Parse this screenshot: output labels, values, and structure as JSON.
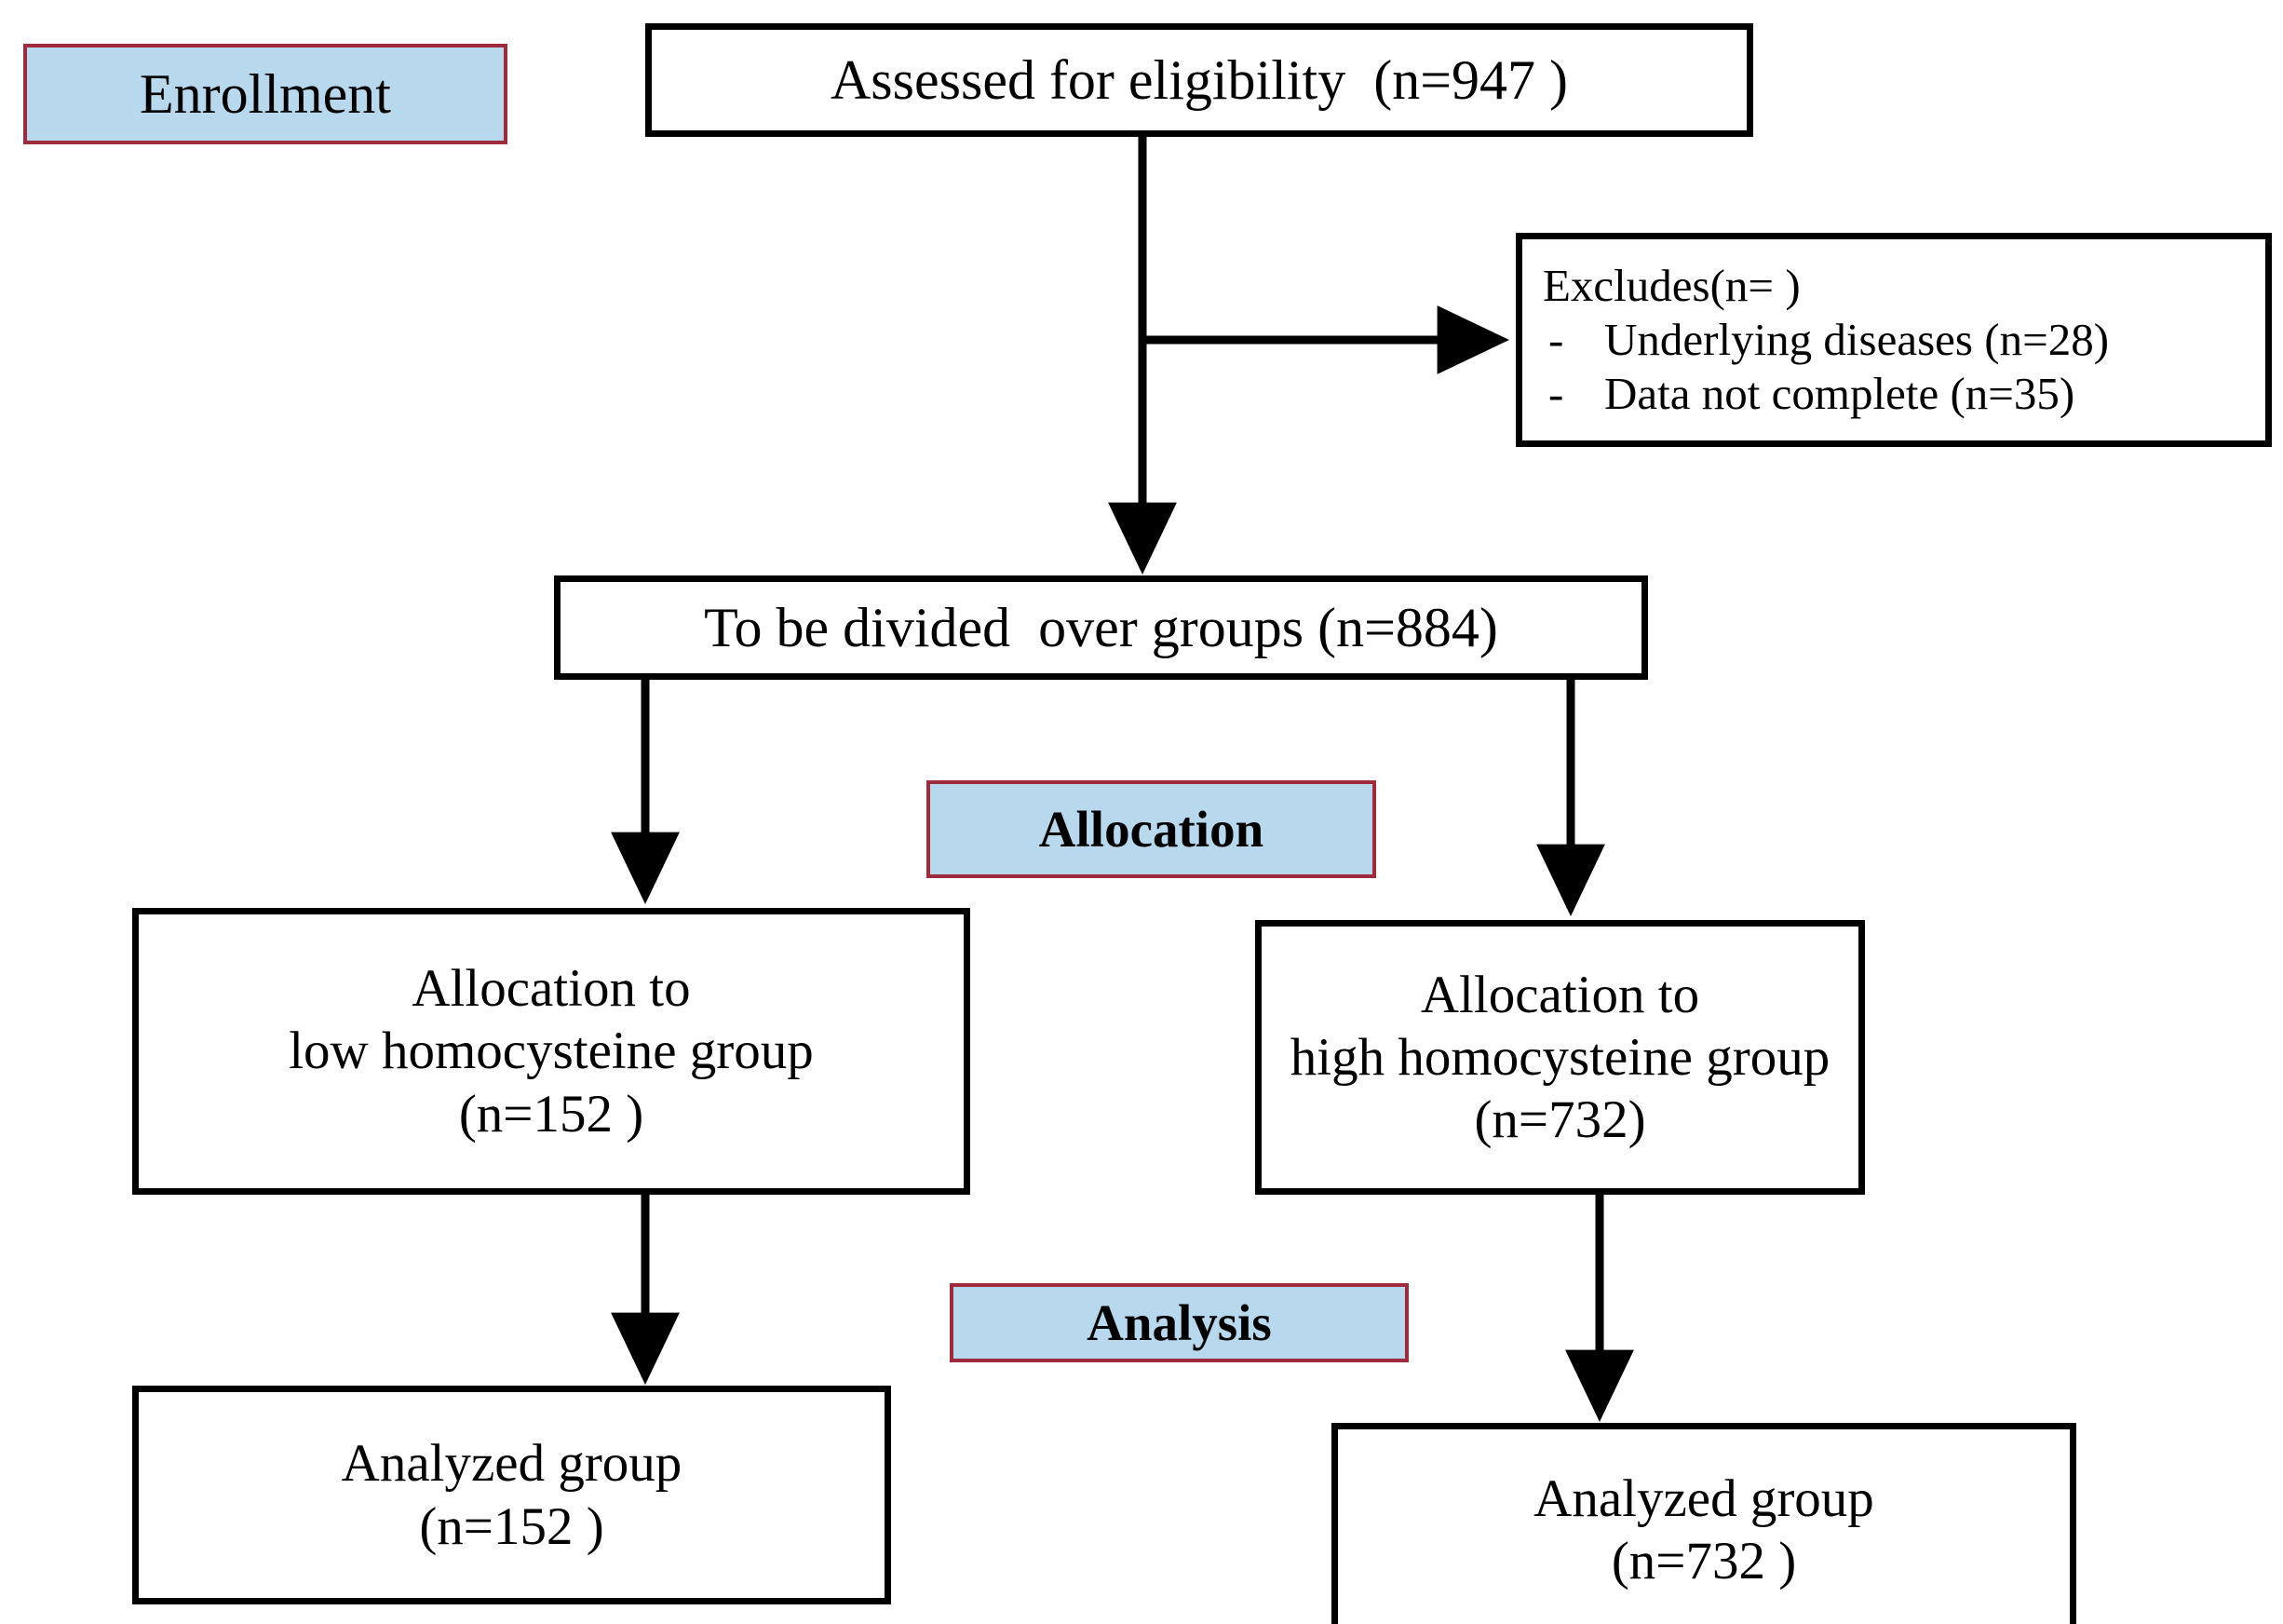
{
  "diagram": {
    "title": "CONSORT participant flow diagram",
    "colors": {
      "tag_fill": "#b8d8ee",
      "tag_border": "#9e2b3c",
      "box_border": "#000000",
      "text": "#000000",
      "background": "#ffffff"
    },
    "stage_tags": [
      {
        "id": "enrollment",
        "label": "Enrollment",
        "bold": false
      },
      {
        "id": "allocation",
        "label": "Allocation",
        "bold": true
      },
      {
        "id": "analysis",
        "label": "Analysis",
        "bold": true
      }
    ],
    "nodes": {
      "assessed": {
        "line1": "Assessed for eligibility  (n=947 )"
      },
      "excludes": {
        "heading": "Excludes(n= )",
        "items": [
          {
            "dash": "-",
            "text": "Underlying diseases (n=28)"
          },
          {
            "dash": "-",
            "text": "Data not complete (n=35)"
          }
        ]
      },
      "divided": {
        "line1": "To be divided  over groups (n=884)"
      },
      "alloc_low": {
        "line1": "Allocation to",
        "line2": "low homocysteine group",
        "line3": "(n=152 )"
      },
      "alloc_high": {
        "line1": "Allocation to",
        "line2": "high homocysteine group",
        "line3": "(n=732)"
      },
      "analyzed_low": {
        "line1": "Analyzed group",
        "line2": "(n=152 )"
      },
      "analyzed_high": {
        "line1": "Analyzed group",
        "line2": "(n=732 )"
      }
    },
    "edges": [
      {
        "id": "assessed-to-divided",
        "from": "assessed",
        "to": "divided",
        "kind": "vertical-arrow"
      },
      {
        "id": "assessed-to-excludes",
        "from": "assessed",
        "to": "excludes",
        "kind": "horizontal-arrow"
      },
      {
        "id": "divided-to-alloc-low",
        "from": "divided",
        "to": "alloc_low",
        "kind": "vertical-arrow"
      },
      {
        "id": "divided-to-alloc-high",
        "from": "divided",
        "to": "alloc_high",
        "kind": "vertical-arrow"
      },
      {
        "id": "alloc-low-to-analyzed",
        "from": "alloc_low",
        "to": "analyzed_low",
        "kind": "vertical-arrow"
      },
      {
        "id": "alloc-high-to-analyzed",
        "from": "alloc_high",
        "to": "analyzed_high",
        "kind": "vertical-arrow"
      }
    ]
  }
}
